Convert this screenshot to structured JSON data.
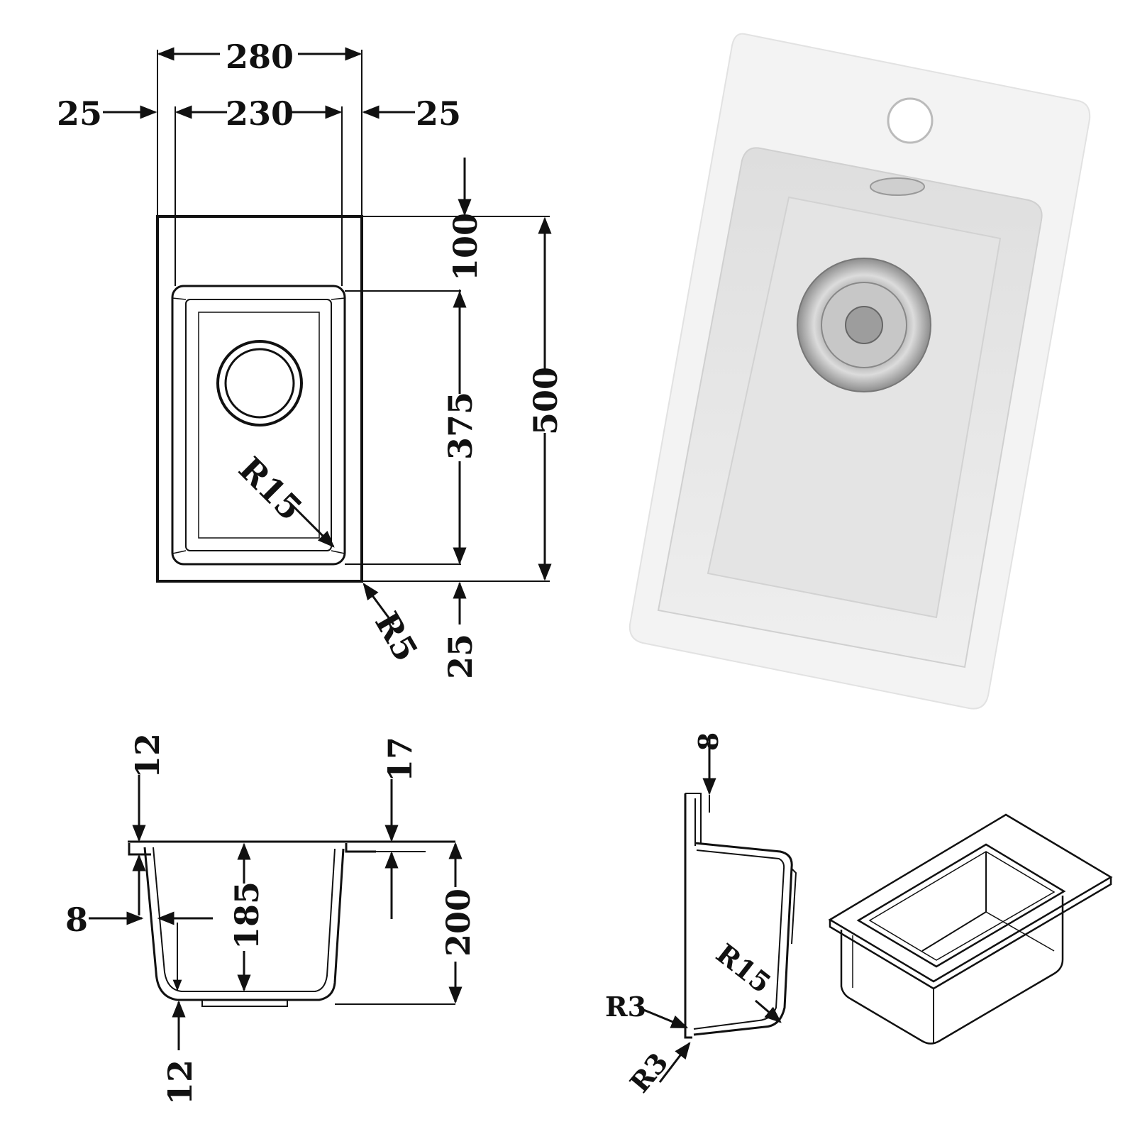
{
  "top_view": {
    "overall_width": "280",
    "inner_width": "230",
    "left_margin": "25",
    "right_margin": "25",
    "front_margin": "100",
    "bowl_length": "375",
    "overall_length": "500",
    "back_margin": "25",
    "inner_radius": "R15",
    "outer_radius": "R5"
  },
  "section_view": {
    "rim_thickness_left": "12",
    "rim_step_right": "17",
    "wall_thickness": "8",
    "bowl_depth": "185",
    "overall_depth": "200",
    "bottom_thickness": "12"
  },
  "side_section": {
    "flange_thickness": "8",
    "radius_top": "R3",
    "radius_bottom": "R3",
    "corner_radius": "R15"
  },
  "colors": {
    "line": "#111111",
    "sink_body": "#f4f4f4",
    "bowl": "#e6e6e6",
    "steel": "#b8b8b8"
  }
}
